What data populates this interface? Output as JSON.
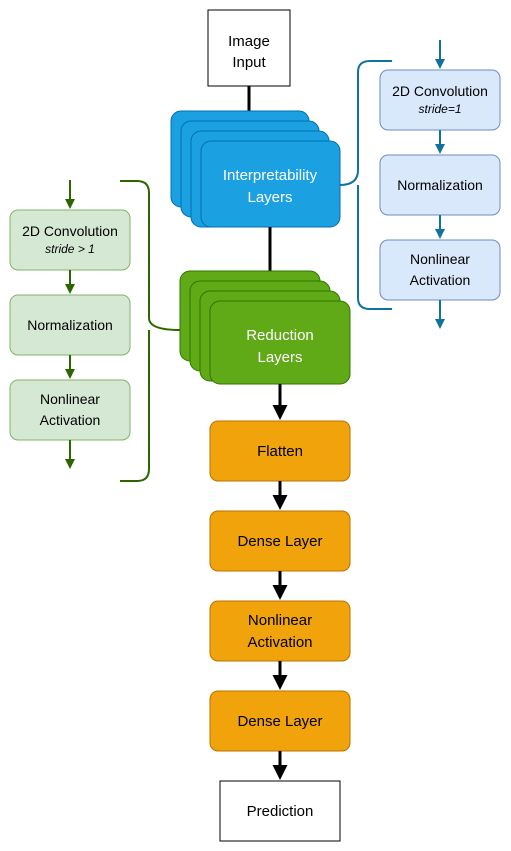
{
  "colors": {
    "blue_fill": "#1ba1e2",
    "blue_stroke": "#006eaf",
    "green_fill": "#60a917",
    "green_stroke": "#2d7600",
    "orange_fill": "#f0a30a",
    "orange_stroke": "#bd7000",
    "light_blue_fill": "#dae8fc",
    "light_blue_stroke": "#6c8ebf",
    "light_green_fill": "#d5e8d4",
    "light_green_stroke": "#82b366",
    "arrow_blue": "#10739e",
    "arrow_green": "#2d6600",
    "arrow_black": "#000000"
  },
  "main": {
    "input": [
      "Image",
      "Input"
    ],
    "interpretability": [
      "Interpretability",
      "Layers"
    ],
    "reduction": [
      "Reduction",
      "Layers"
    ],
    "flatten": "Flatten",
    "dense1": "Dense Layer",
    "activation": [
      "Nonlinear",
      "Activation"
    ],
    "dense2": "Dense Layer",
    "prediction": "Prediction"
  },
  "interp_detail": {
    "conv": "2D Convolution",
    "stride": "stride=1",
    "norm": "Normalization",
    "act": [
      "Nonlinear",
      "Activation"
    ]
  },
  "reduction_detail": {
    "conv": "2D Convolution",
    "stride": "stride > 1",
    "norm": "Normalization",
    "act": [
      "Nonlinear",
      "Activation"
    ]
  }
}
